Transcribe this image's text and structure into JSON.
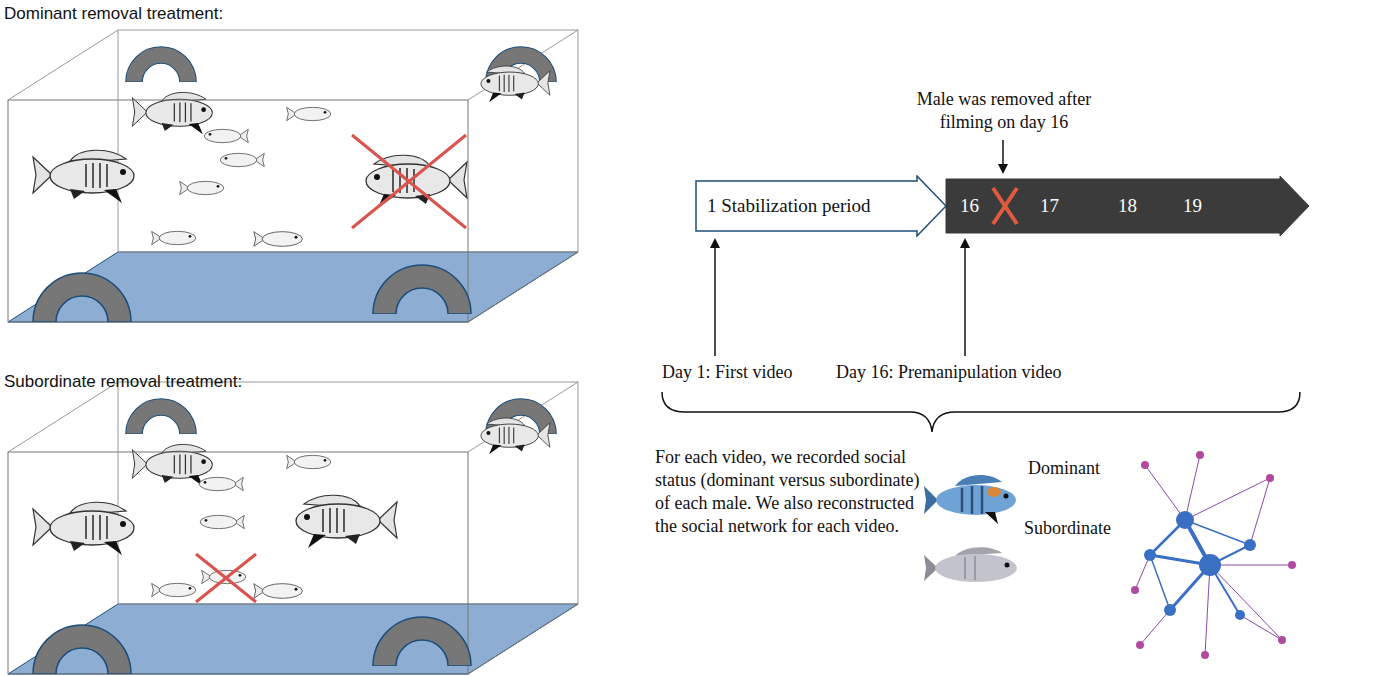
{
  "diagram": {
    "nodes": [
      {
        "text": [
          "1 Stabilization period"
        ]
      },
      {
        "text": [
          "16",
          "17",
          "18",
          "19"
        ]
      }
    ],
    "labels": [
      "Dominant removal treatment:",
      "Subordinate removal treatment:",
      "Male was removed after filming on day 16",
      "Day 1: First video",
      "Day 16: Premanipulation video",
      "For each video, we recorded social status (dominant versus subordinate) of each male. We also reconstructed the social network for each video.",
      "Dominant",
      "Subordinate"
    ]
  }
}
